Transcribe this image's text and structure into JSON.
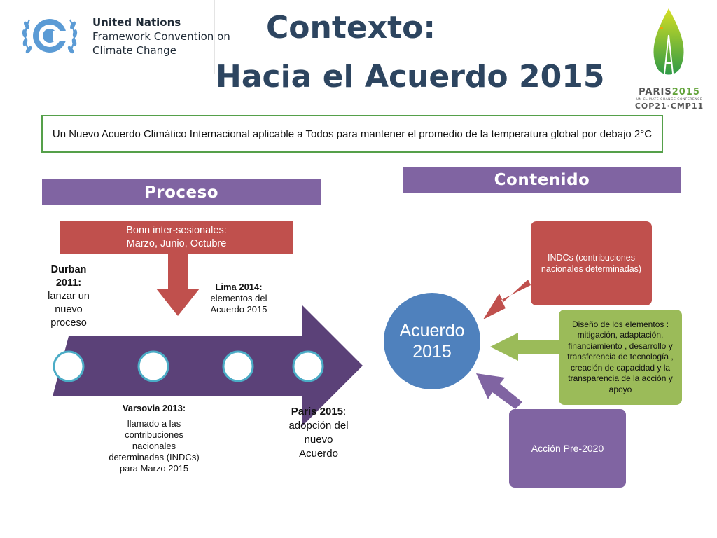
{
  "header": {
    "org_line1": "United Nations",
    "org_line2": "Framework Convention on",
    "org_line3": "Climate Change",
    "title_line1": "Contexto:",
    "title_line2": "Hacia el Acuerdo 2015"
  },
  "paris_logo": {
    "name": "PARIS",
    "year": "2015",
    "subtitle": "UN CLIMATE CHANGE CONFERENCE",
    "cop": "COP21·CMP11"
  },
  "goal": {
    "text": "Un Nuevo Acuerdo Climático Internacional aplicable a Todos para mantener el promedio de la temperatura global por debajo 2°C"
  },
  "proceso": {
    "heading": "Proceso",
    "bonn_line1": "Bonn inter-sesionales:",
    "bonn_line2": "Marzo, Junio, Octubre",
    "durban_title": "Durban 2011:",
    "durban_text": "lanzar un nuevo proceso",
    "lima_title": "Lima 2014:",
    "lima_text": "elementos del Acuerdo 2015",
    "varsovia_title": "Varsovia 2013:",
    "varsovia_text": "llamado a las contribuciones nacionales determinadas (INDCs) para Marzo 2015",
    "paris_title": "Paris 2015",
    "paris_text": "adopción del nuevo Acuerdo"
  },
  "contenido": {
    "heading": "Contenido",
    "center_line1": "Acuerdo",
    "center_line2": "2015",
    "indcs": "INDCs (contribuciones nacionales determinadas)",
    "diseno": "Diseño de los elementos : mitigación, adaptación, financiamiento , desarrollo y transferencia de tecnología , creación de capacidad y la transparencia de la acción y apoyo",
    "accion": "Acción Pre-2020"
  },
  "colors": {
    "title": "#2d4560",
    "banner": "#8064a2",
    "red": "#c0504d",
    "green": "#9bbb59",
    "blue": "#4f81bd",
    "timeline": "#5b4178",
    "goal_border": "#55a04a"
  }
}
